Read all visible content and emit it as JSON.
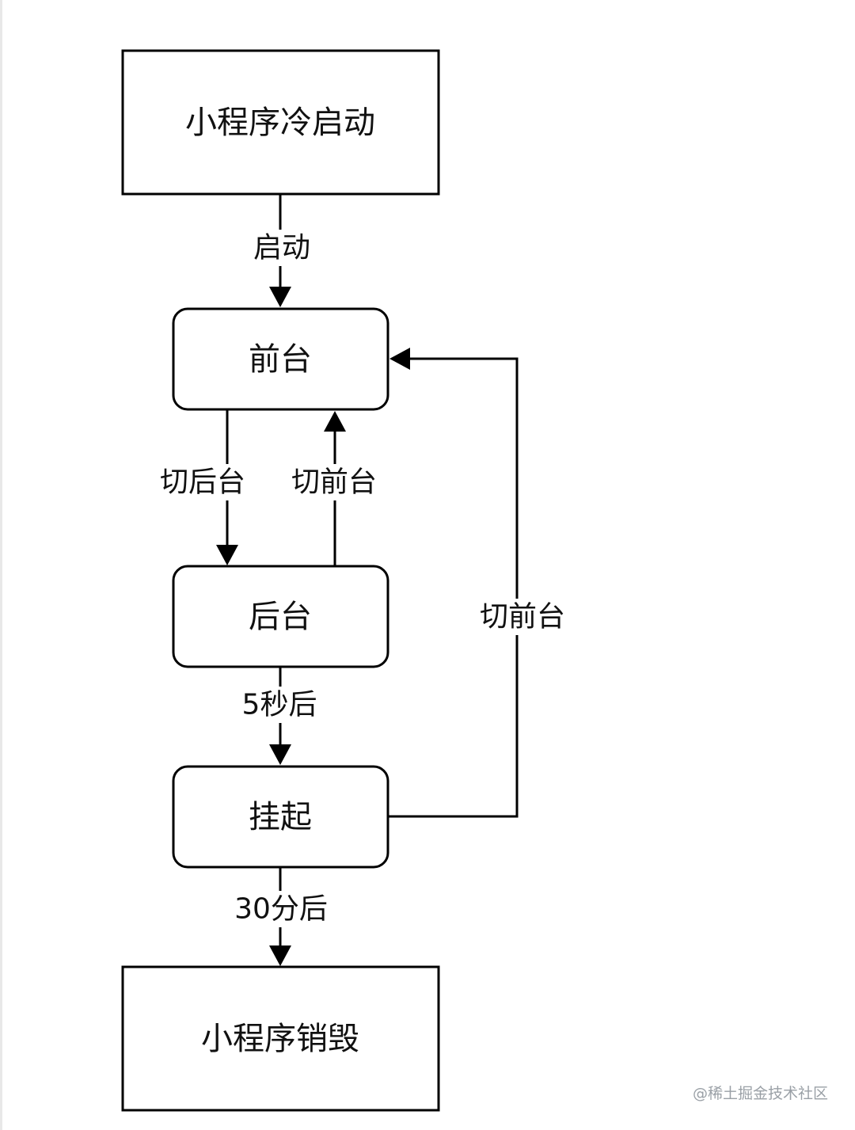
{
  "nodes": {
    "cold_start": "小程序冷启动",
    "foreground": "前台",
    "background": "后台",
    "suspended": "挂起",
    "destroy": "小程序销毁"
  },
  "edges": {
    "start": "启动",
    "to_background": "切后台",
    "to_foreground_from_background": "切前台",
    "to_foreground_from_suspended": "切前台",
    "after_5s": "5秒后",
    "after_30min": "30分后"
  },
  "watermark": "@稀土掘金技术社区"
}
